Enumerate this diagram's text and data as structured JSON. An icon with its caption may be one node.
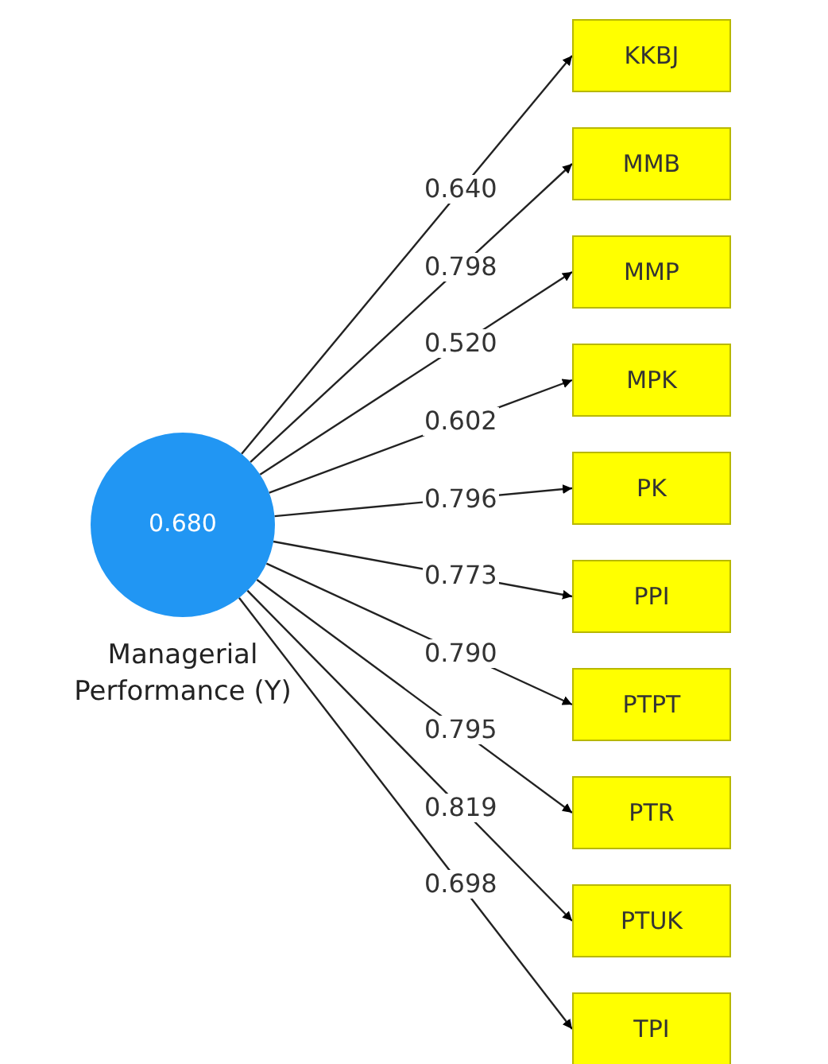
{
  "diagram": {
    "nodes": [
      {
        "text": [
          "0.680",
          "Managerial Performance (Y)"
        ]
      },
      {
        "text": [
          "KKBJ"
        ]
      },
      {
        "text": [
          "MMB"
        ]
      },
      {
        "text": [
          "MMP"
        ]
      },
      {
        "text": [
          "MPK"
        ]
      },
      {
        "text": [
          "PK"
        ]
      },
      {
        "text": [
          "PPI"
        ]
      },
      {
        "text": [
          "PTPT"
        ]
      },
      {
        "text": [
          "PTR"
        ]
      },
      {
        "text": [
          "PTUK"
        ]
      },
      {
        "text": [
          "TPI"
        ]
      }
    ],
    "edges": [
      {
        "from": 0,
        "to": 1,
        "arrow": "to",
        "label": "0.640"
      },
      {
        "from": 0,
        "to": 2,
        "arrow": "to",
        "label": "0.798"
      },
      {
        "from": 0,
        "to": 3,
        "arrow": "to",
        "label": "0.520"
      },
      {
        "from": 0,
        "to": 4,
        "arrow": "to",
        "label": "0.602"
      },
      {
        "from": 0,
        "to": 5,
        "arrow": "to",
        "label": "0.796"
      },
      {
        "from": 0,
        "to": 6,
        "arrow": "to",
        "label": "0.773"
      },
      {
        "from": 0,
        "to": 7,
        "arrow": "to",
        "label": "0.790"
      },
      {
        "from": 0,
        "to": 8,
        "arrow": "to",
        "label": "0.795"
      },
      {
        "from": 0,
        "to": 9,
        "arrow": "to",
        "label": "0.819"
      },
      {
        "from": 0,
        "to": 10,
        "arrow": "to",
        "label": "0.698"
      }
    ]
  }
}
